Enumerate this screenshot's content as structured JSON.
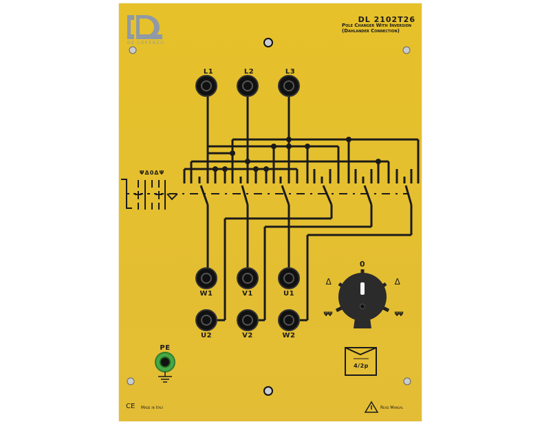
{
  "brand": {
    "logo_letters": "DL",
    "name": "DE LORENZO"
  },
  "header": {
    "model": "DL 2102T26",
    "subtitle_1": "Pole Changer With Inversion",
    "subtitle_2": "(Dahlander Connection)"
  },
  "terminals": {
    "supply": [
      "L1",
      "L2",
      "L3"
    ],
    "row_1": [
      "W1",
      "V1",
      "U1"
    ],
    "row_2": [
      "U2",
      "V2",
      "W2"
    ],
    "ground": "PE"
  },
  "switch_symbol_header": "ΨΔ0ΔΨ",
  "selector": {
    "pos_top": "0",
    "pos_left_upper": "Δ",
    "pos_right_upper": "Δ",
    "pos_left_lower": "ΨΨ",
    "pos_right_lower": "ΨΨ",
    "current": "0"
  },
  "motor_box": {
    "label": "4/2p"
  },
  "footer": {
    "ce": "CE",
    "made_in": "Made in Italy",
    "read_manual": "Read Manual"
  },
  "colors": {
    "panel": "#e4bf2e",
    "ink": "#1a1a1a",
    "ground_jack": "#3fa33f",
    "logo": "#8f9aa6"
  }
}
